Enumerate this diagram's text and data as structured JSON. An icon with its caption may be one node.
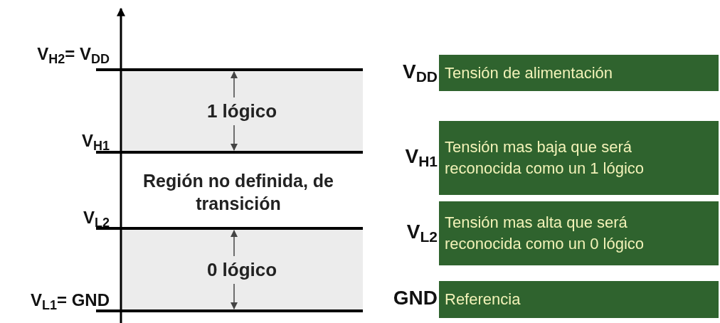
{
  "diagram": {
    "nodes": [
      {
        "text": [
          "1 lógico"
        ]
      },
      {
        "text": [
          "0 lógico"
        ]
      },
      {
        "text": [
          "Tensión de alimentación"
        ],
        "beside": [
          "V$_{DD}$"
        ]
      },
      {
        "text": [
          "Tensión mas baja que será reconocida como un 1 lógico"
        ],
        "beside": [
          "V$_{H1}$"
        ]
      },
      {
        "text": [
          "Tensión mas alta que será reconocida como un 0 lógico"
        ],
        "beside": [
          "V$_{L2}$"
        ]
      },
      {
        "text": [
          "Referencia"
        ],
        "beside": [
          "GND"
        ]
      }
    ],
    "labels": [
      "V$_{H2}$= V$_{DD}$",
      "V$_{H1}$",
      "Región no definida, de transición",
      "V$_{L2}$",
      "V$_{L1}$= GND"
    ]
  }
}
